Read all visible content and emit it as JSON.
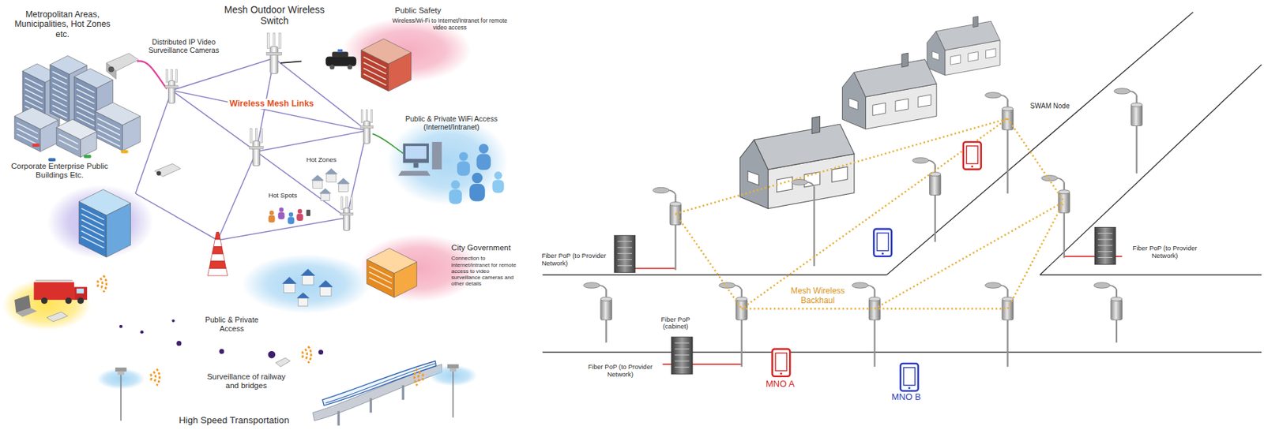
{
  "diagram": {
    "nodes": [
      {
        "text": [
          "Public Safety",
          "Wireless/Wi-Fi to Internet/Intranet for remote video access"
        ]
      },
      {
        "text": [
          "Public & Private WiFi Access (Internet/Intranet)"
        ]
      },
      {
        "text": [
          "Corporate Enterprise Public Buildings Etc."
        ]
      },
      {
        "text": [
          "City Government",
          "Connection to internet/intranet for remote access to video surveillance cameras and other details"
        ]
      },
      {
        "text": [
          "Public & Private Access"
        ]
      }
    ],
    "labels": [
      "Metropolitan Areas, Municipalities, Hot Zones etc.",
      "Distributed IP Video Surveillance Cameras",
      "Mesh Outdoor Wireless Switch",
      "Wireless Mesh Links",
      "Hot Zones",
      "Hot Spots",
      "Surveillance of railway and bridges",
      "High Speed Transportation",
      "SWAM Node",
      "Fiber PoP (to Provider Network)",
      "Fiber PoP (to Provider Network)",
      "Mesh Wireless Backhaul",
      "Fiber PoP (cabinet)",
      "Fiber PoP (to Provider Network)",
      "MNO A",
      "MNO B"
    ]
  }
}
